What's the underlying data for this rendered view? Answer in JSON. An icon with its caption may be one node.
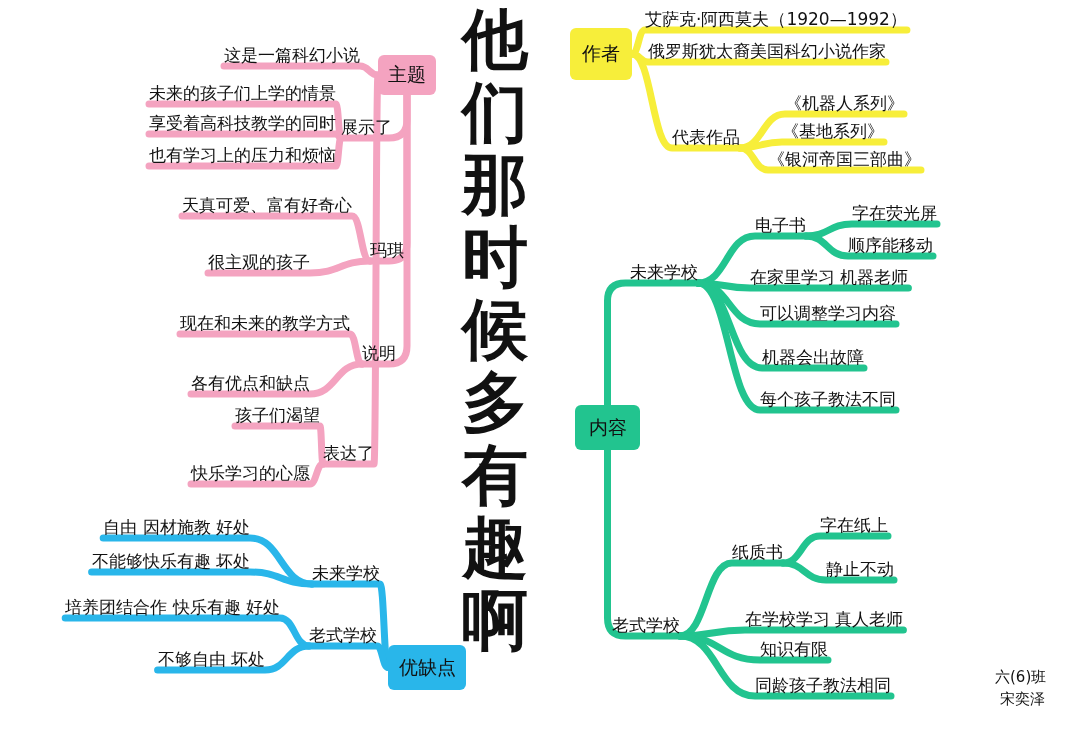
{
  "diagram": {
    "title": "他们那时候多有趣啊",
    "nodes": [
      {
        "text": [
          "主题"
        ]
      },
      {
        "text": [
          "这是一篇科幻小说"
        ]
      },
      {
        "text": [
          "展示了"
        ]
      },
      {
        "text": [
          "未来的孩子们上学的情景"
        ]
      },
      {
        "text": [
          "享受着高科技教学的同时"
        ]
      },
      {
        "text": [
          "也有学习上的压力和烦恼"
        ]
      },
      {
        "text": [
          "玛琪"
        ]
      },
      {
        "text": [
          "天真可爱、富有好奇心"
        ]
      },
      {
        "text": [
          "很主观的孩子"
        ]
      },
      {
        "text": [
          "说明"
        ]
      },
      {
        "text": [
          "现在和未来的教学方式"
        ]
      },
      {
        "text": [
          "各有优点和缺点"
        ]
      },
      {
        "text": [
          "表达了"
        ]
      },
      {
        "text": [
          "孩子们渴望"
        ]
      },
      {
        "text": [
          "快乐学习的心愿"
        ]
      },
      {
        "text": [
          "作者"
        ]
      },
      {
        "text": [
          "艾萨克·阿西莫夫（1920—1992）"
        ]
      },
      {
        "text": [
          "俄罗斯犹太裔美国科幻小说作家"
        ]
      },
      {
        "text": [
          "代表作品"
        ]
      },
      {
        "text": [
          "《机器人系列》"
        ]
      },
      {
        "text": [
          "《基地系列》"
        ]
      },
      {
        "text": [
          "《银河帝国三部曲》"
        ]
      },
      {
        "text": [
          "内容"
        ]
      },
      {
        "text": [
          "未来学校"
        ]
      },
      {
        "text": [
          "电子书"
        ]
      },
      {
        "text": [
          "字在荧光屏"
        ]
      },
      {
        "text": [
          "顺序能移动"
        ]
      },
      {
        "text": [
          "在家里学习 机器老师"
        ]
      },
      {
        "text": [
          "可以调整学习内容"
        ]
      },
      {
        "text": [
          "机器会出故障"
        ]
      },
      {
        "text": [
          "每个孩子教法不同"
        ]
      },
      {
        "text": [
          "老式学校"
        ]
      },
      {
        "text": [
          "纸质书"
        ]
      },
      {
        "text": [
          "字在纸上"
        ]
      },
      {
        "text": [
          "静止不动"
        ]
      },
      {
        "text": [
          "在学校学习 真人老师"
        ]
      },
      {
        "text": [
          "知识有限"
        ]
      },
      {
        "text": [
          "同龄孩子教法相同"
        ]
      },
      {
        "text": [
          "优缺点"
        ]
      },
      {
        "text": [
          "未来学校"
        ]
      },
      {
        "text": [
          "自由 因材施教 好处"
        ]
      },
      {
        "text": [
          "不能够快乐有趣 坏处"
        ]
      },
      {
        "text": [
          "老式学校"
        ]
      },
      {
        "text": [
          "培养团结合作 快乐有趣 好处"
        ]
      },
      {
        "text": [
          "不够自由 坏处"
        ]
      }
    ],
    "edges": [
      {
        "from": 0,
        "to": 1,
        "arrow": "none",
        "color": "#f4a3c0"
      },
      {
        "from": 0,
        "to": 2,
        "arrow": "none",
        "color": "#f4a3c0"
      },
      {
        "from": 2,
        "to": 3,
        "arrow": "none",
        "color": "#f4a3c0"
      },
      {
        "from": 2,
        "to": 4,
        "arrow": "none",
        "color": "#f4a3c0"
      },
      {
        "from": 2,
        "to": 5,
        "arrow": "none",
        "color": "#f4a3c0"
      },
      {
        "from": 0,
        "to": 6,
        "arrow": "none",
        "color": "#f4a3c0"
      },
      {
        "from": 6,
        "to": 7,
        "arrow": "none",
        "color": "#f4a3c0"
      },
      {
        "from": 6,
        "to": 8,
        "arrow": "none",
        "color": "#f4a3c0"
      },
      {
        "from": 0,
        "to": 9,
        "arrow": "none",
        "color": "#f4a3c0"
      },
      {
        "from": 9,
        "to": 10,
        "arrow": "none",
        "color": "#f4a3c0"
      },
      {
        "from": 9,
        "to": 11,
        "arrow": "none",
        "color": "#f4a3c0"
      },
      {
        "from": 0,
        "to": 12,
        "arrow": "none",
        "color": "#f4a3c0"
      },
      {
        "from": 12,
        "to": 13,
        "arrow": "none",
        "color": "#f4a3c0"
      },
      {
        "from": 12,
        "to": 14,
        "arrow": "none",
        "color": "#f4a3c0"
      },
      {
        "from": 15,
        "to": 16,
        "arrow": "none",
        "color": "#f7ee3a"
      },
      {
        "from": 15,
        "to": 17,
        "arrow": "none",
        "color": "#f7ee3a"
      },
      {
        "from": 15,
        "to": 18,
        "arrow": "none",
        "color": "#f7ee3a"
      },
      {
        "from": 18,
        "to": 19,
        "arrow": "none",
        "color": "#f7ee3a"
      },
      {
        "from": 18,
        "to": 20,
        "arrow": "none",
        "color": "#f7ee3a"
      },
      {
        "from": 18,
        "to": 21,
        "arrow": "none",
        "color": "#f7ee3a"
      },
      {
        "from": 22,
        "to": 23,
        "arrow": "none"
      },
      {
        "from": 23,
        "to": 24,
        "arrow": "none"
      },
      {
        "from": 24,
        "to": 25,
        "arrow": "none"
      },
      {
        "from": 24,
        "to": 26,
        "arrow": "none"
      },
      {
        "from": 23,
        "to": 27,
        "arrow": "none"
      },
      {
        "from": 23,
        "to": 28,
        "arrow": "none"
      },
      {
        "from": 23,
        "to": 29,
        "arrow": "none"
      },
      {
        "from": 23,
        "to": 30,
        "arrow": "none"
      },
      {
        "from": 22,
        "to": 31,
        "arrow": "none"
      },
      {
        "from": 31,
        "to": 32,
        "arrow": "none"
      },
      {
        "from": 32,
        "to": 33,
        "arrow": "none"
      },
      {
        "from": 32,
        "to": 34,
        "arrow": "none"
      },
      {
        "from": 31,
        "to": 35,
        "arrow": "none"
      },
      {
        "from": 31,
        "to": 36,
        "arrow": "none"
      },
      {
        "from": 31,
        "to": 37,
        "arrow": "none"
      },
      {
        "from": 38,
        "to": 39,
        "arrow": "none",
        "color": "#29b6ea"
      },
      {
        "from": 39,
        "to": 40,
        "arrow": "none",
        "color": "#29b6ea"
      },
      {
        "from": 39,
        "to": 41,
        "arrow": "none",
        "color": "#29b6ea"
      },
      {
        "from": 38,
        "to": 42,
        "arrow": "none",
        "color": "#29b6ea"
      },
      {
        "from": 42,
        "to": 43,
        "arrow": "none",
        "color": "#29b6ea"
      },
      {
        "from": 42,
        "to": 44,
        "arrow": "none",
        "color": "#29b6ea"
      }
    ],
    "labels": [
      "六(6)班",
      "宋奕泽"
    ]
  }
}
